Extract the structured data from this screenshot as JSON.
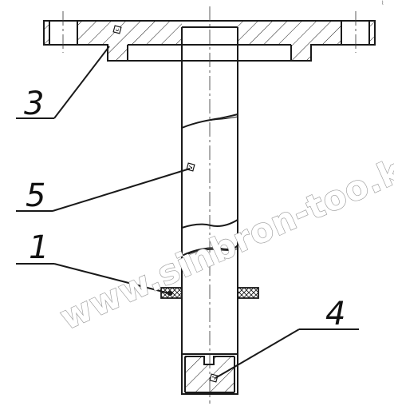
{
  "corner_label": "⌇",
  "watermark": "www.sinbron-too.kz",
  "callouts": {
    "c3": "3",
    "c5": "5",
    "c1": "1",
    "c4": "4"
  },
  "colors": {
    "line": "#1a1a1a",
    "watermark_outline": "#9a9a9a",
    "background": "#ffffff"
  },
  "icons": {
    "weld_symbol": "weld-marker-icon"
  }
}
